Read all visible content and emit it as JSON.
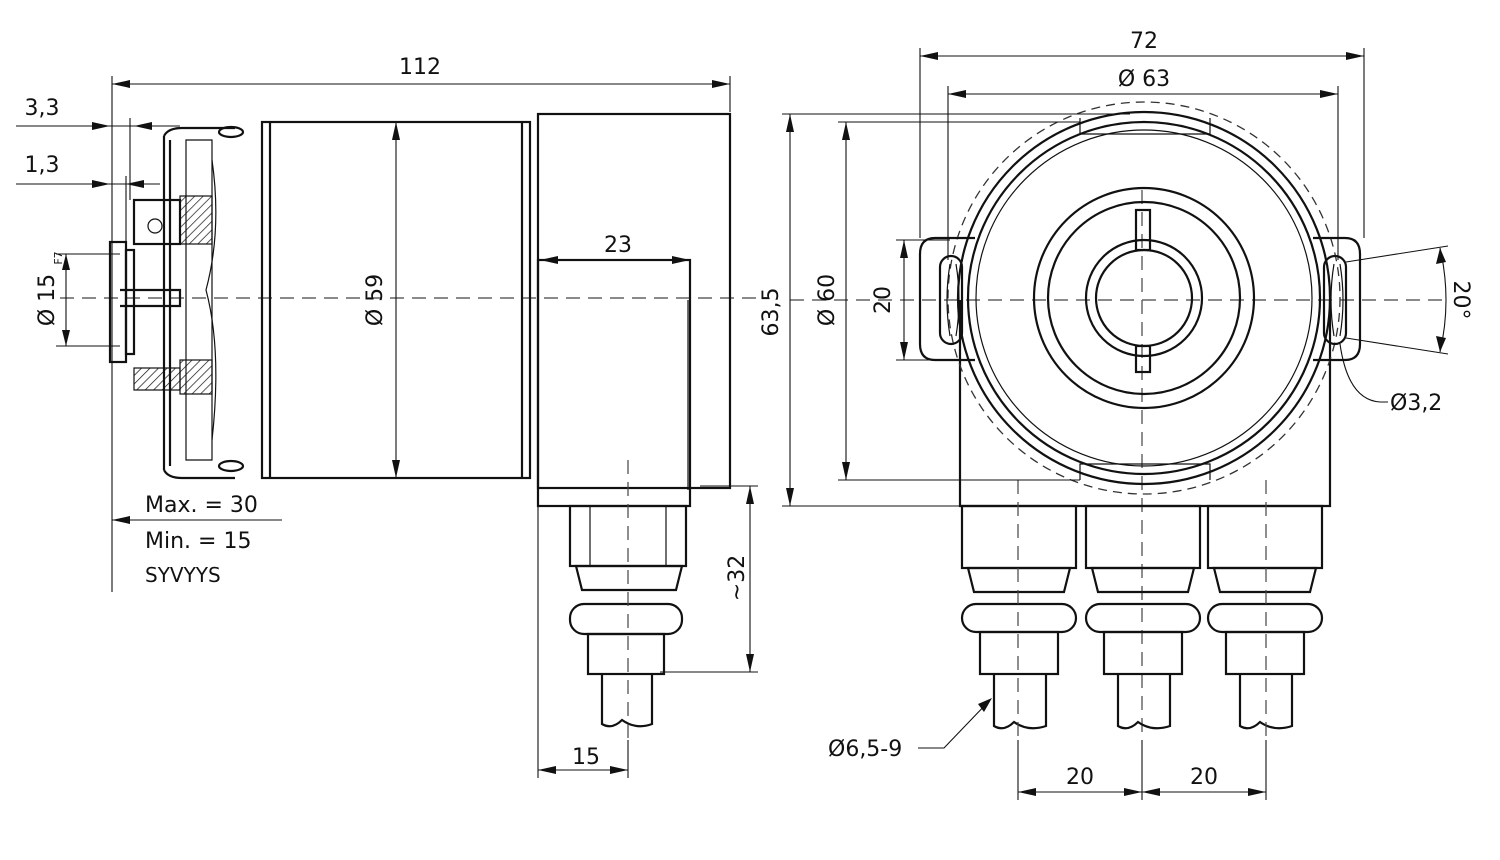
{
  "dimensions": {
    "overall_length": "112",
    "dim_3_3": "3,3",
    "dim_1_3": "1,3",
    "shaft_dia": "Ø 15",
    "shaft_tol": "F7",
    "body_dia": "Ø 59",
    "connector_offset": "23",
    "height_63_5": "63,5",
    "gland_length": "~32",
    "gland_offset": "15",
    "width_72": "72",
    "dia_63": "Ø 63",
    "dia_60": "Ø 60",
    "slot_20": "20",
    "angle_20": "20°",
    "hole_dia": "Ø3,2",
    "cable_dia": "Ø6,5-9",
    "pitch_left": "20",
    "pitch_right": "20"
  },
  "notes": {
    "max": "Max. = 30",
    "min": "Min. = 15",
    "code": "SYVYYS"
  }
}
